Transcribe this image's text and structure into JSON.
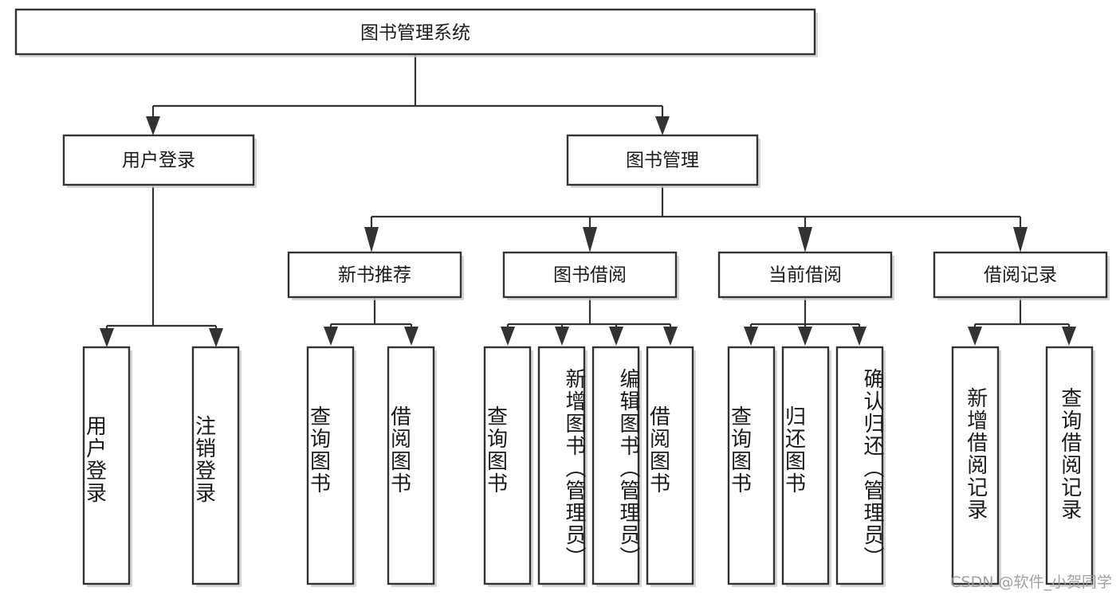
{
  "diagram": {
    "type": "tree",
    "title": "图书管理系统",
    "orientation": "top-down",
    "colors": {
      "box_stroke": "#333333",
      "box_fill": "#ffffff",
      "text": "#1a1a1a",
      "connector": "#333333",
      "watermark": "#9a9a9a",
      "background": "#ffffff"
    },
    "root": {
      "label": "图书管理系统"
    },
    "level2": [
      {
        "id": "user-login",
        "label": "用户登录"
      },
      {
        "id": "book-management",
        "label": "图书管理"
      }
    ],
    "level3": [
      {
        "id": "new-book-recommend",
        "label": "新书推荐"
      },
      {
        "id": "book-borrow",
        "label": "图书借阅"
      },
      {
        "id": "current-borrow",
        "label": "当前借阅"
      },
      {
        "id": "borrow-record",
        "label": "借阅记录"
      }
    ],
    "leaves": {
      "user-login": [
        {
          "id": "leaf-user-login",
          "label": "用户登录"
        },
        {
          "id": "leaf-user-logout",
          "label": "注销登录"
        }
      ],
      "new-book-recommend": [
        {
          "id": "leaf-query-books-1",
          "label": "查询图书"
        },
        {
          "id": "leaf-borrow-books-1",
          "label": "借阅图书"
        }
      ],
      "book-borrow": [
        {
          "id": "leaf-query-books-2",
          "label": "查询图书"
        },
        {
          "id": "leaf-add-book-admin",
          "label": "新增图书（管理员）"
        },
        {
          "id": "leaf-edit-book-admin",
          "label": "编辑图书（管理员）"
        },
        {
          "id": "leaf-borrow-books-2",
          "label": "借阅图书"
        }
      ],
      "current-borrow": [
        {
          "id": "leaf-query-books-3",
          "label": "查询图书"
        },
        {
          "id": "leaf-return-book",
          "label": "归还图书"
        },
        {
          "id": "leaf-confirm-return-admin",
          "label": "确认归还（管理员）"
        }
      ],
      "borrow-record": [
        {
          "id": "leaf-add-borrow-record",
          "label": "新增借阅记录"
        },
        {
          "id": "leaf-query-borrow-record",
          "label": "查询借阅记录"
        }
      ]
    }
  },
  "watermark": {
    "text": "CSDN @软件_小贺同学"
  }
}
